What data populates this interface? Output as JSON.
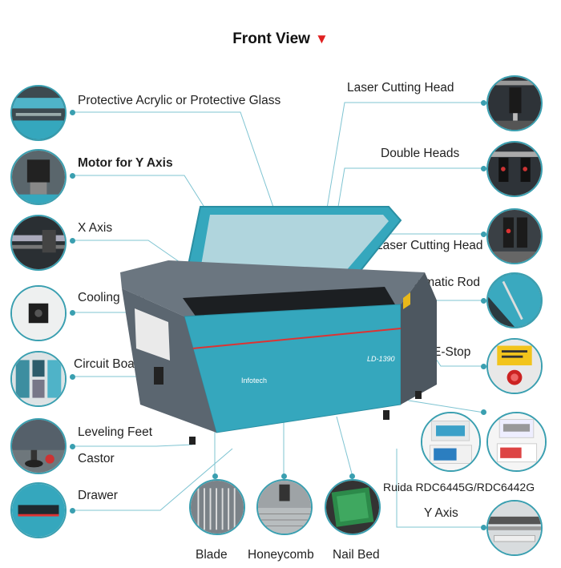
{
  "title": "Front View",
  "title_marker": "▼",
  "colors": {
    "accent": "#3a9fb0",
    "machine_body": "#5b6670",
    "machine_teal": "#35a7bd",
    "marker_red": "#e02020"
  },
  "machine": {
    "brand": "Infotech",
    "model": "LD-1390"
  },
  "labels": {
    "protective_glass": "Protective Acrylic or Protective Glass",
    "motor_y": "Motor for Y Axis",
    "x_axis": "X Axis",
    "cooling_fan": "Cooling Fan",
    "circuit_board": "Circuit Board",
    "leveling_feet": "Leveling Feet",
    "castor": "Castor",
    "drawer": "Drawer",
    "laser_head_1": "Laser Cutting Head",
    "double_heads": "Double Heads",
    "laser_head_2": "Laser Cutting Head",
    "pneumatic_rod": "Pneumatic Rod",
    "estop": "E-Stop",
    "controller": "Ruida RDC6445G/RDC6442G",
    "y_axis": "Y Axis",
    "blade": "Blade",
    "honeycomb": "Honeycomb",
    "nail_bed": "Nail Bed"
  }
}
